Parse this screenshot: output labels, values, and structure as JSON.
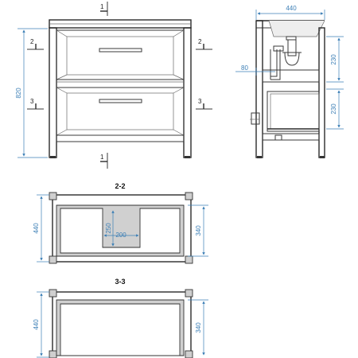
{
  "front_view": {
    "height_dim": "820",
    "section_mark_top": "1",
    "section_mark_bottom": "1",
    "section_mark_left_upper": "2",
    "section_mark_right_upper": "2",
    "section_mark_left_lower": "3",
    "section_mark_right_lower": "3"
  },
  "side_view": {
    "width_dim": "440",
    "upper_drawer_dim": "230",
    "lower_drawer_dim": "230",
    "siphon_offset_dim": "80"
  },
  "section_2_2": {
    "title": "2-2",
    "depth_dim": "440",
    "inner_depth_dim": "340",
    "cutout_height_dim": "250",
    "cutout_width_dim": "200"
  },
  "section_3_3": {
    "title": "3-3",
    "depth_dim": "440",
    "inner_depth_dim": "340"
  },
  "colors": {
    "dimension": "#3c7fb6",
    "line": "#3a3a3a",
    "panel": "#d8d8d8"
  }
}
